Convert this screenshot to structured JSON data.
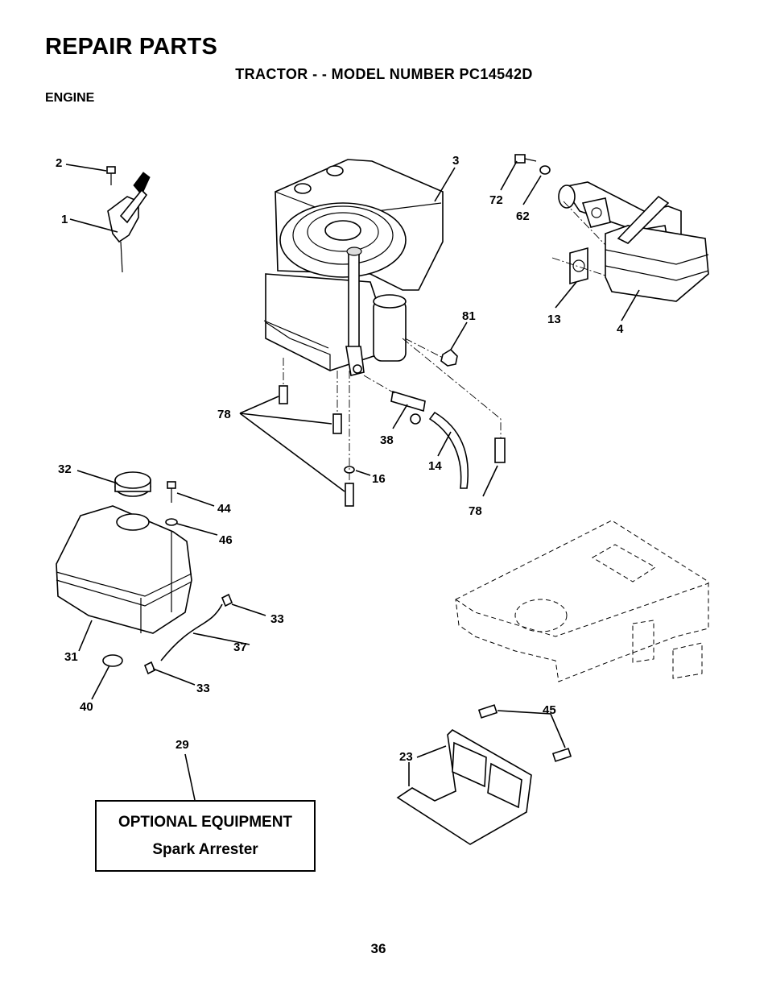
{
  "header": {
    "title": "REPAIR PARTS",
    "subtitle": "TRACTOR - - MODEL NUMBER PC14542D",
    "section": "ENGINE"
  },
  "callouts": [
    "2",
    "1",
    "3",
    "72",
    "62",
    "81",
    "13",
    "4",
    "78",
    "38",
    "14",
    "16",
    "78",
    "32",
    "44",
    "46",
    "33",
    "37",
    "31",
    "33",
    "40",
    "45",
    "23",
    "29"
  ],
  "optional_box": {
    "line1": "OPTIONAL EQUIPMENT",
    "line2": "Spark Arrester"
  },
  "page_number": "36"
}
